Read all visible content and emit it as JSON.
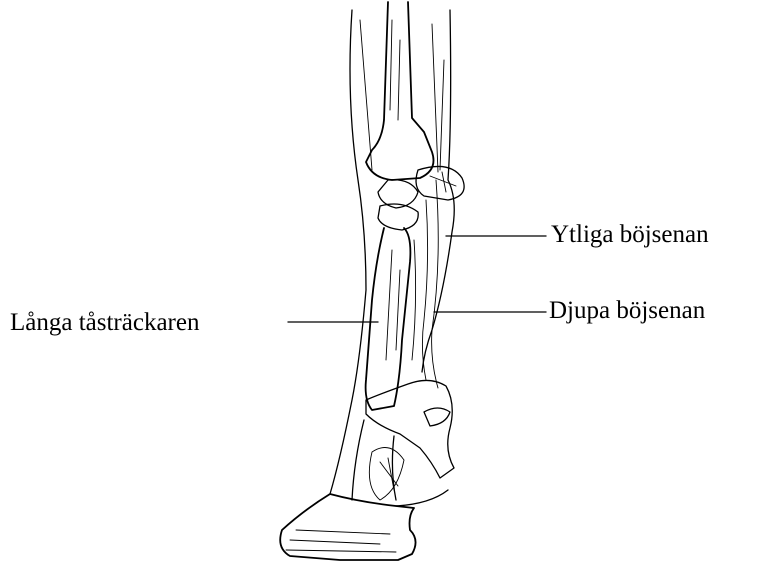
{
  "diagram": {
    "subject": "horse lower hind leg and hoof anatomy (line drawing)",
    "labels": {
      "left": "Långa tåsträckaren",
      "right_top": "Ytliga böjsenan",
      "right_bottom": "Djupa böjsenan"
    }
  }
}
